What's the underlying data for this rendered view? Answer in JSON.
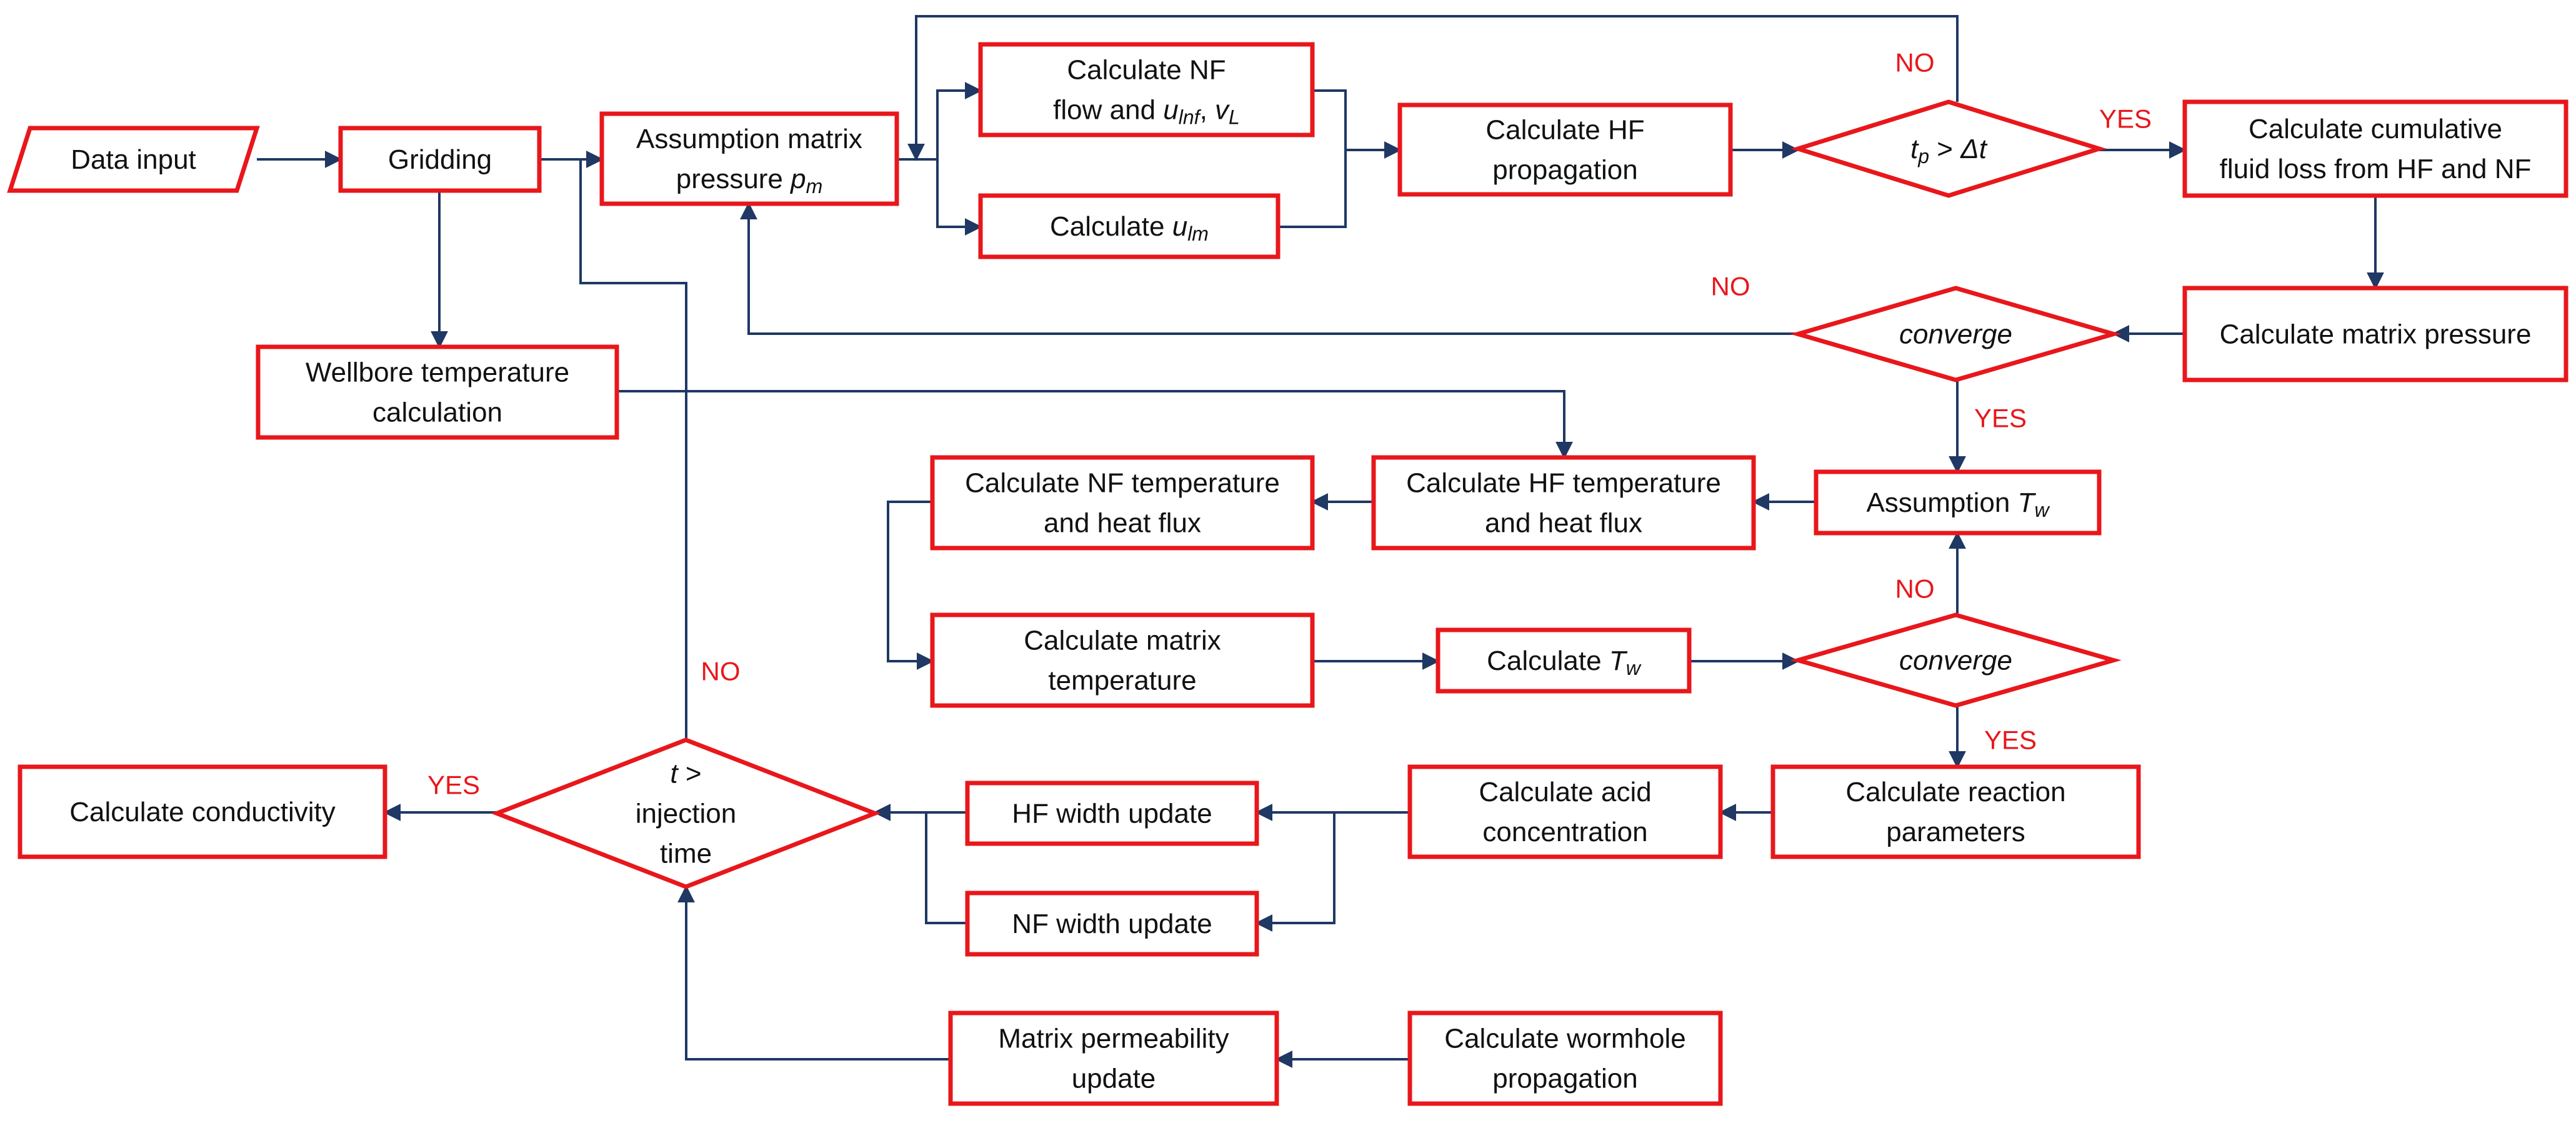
{
  "colors": {
    "node_border": "#e8171b",
    "edge": "#1f3864",
    "label": "#e8171b",
    "text": "#111111"
  },
  "nodes": {
    "data_input": {
      "shape": "parallelogram",
      "lines": [
        [
          {
            "t": "Data input"
          }
        ]
      ]
    },
    "gridding": {
      "shape": "rect",
      "lines": [
        [
          {
            "t": "Gridding"
          }
        ]
      ]
    },
    "assumption_pm": {
      "shape": "rect",
      "lines": [
        [
          {
            "t": "Assumption matrix"
          }
        ],
        [
          {
            "t": "pressure "
          },
          {
            "t": "p",
            "i": true
          },
          {
            "t": "m",
            "i": true,
            "sub": true
          }
        ]
      ]
    },
    "calc_nf_flow": {
      "shape": "rect",
      "lines": [
        [
          {
            "t": "Calculate  NF"
          }
        ],
        [
          {
            "t": "flow and "
          },
          {
            "t": "u",
            "i": true
          },
          {
            "t": "lnf",
            "i": true,
            "sub": true
          },
          {
            "t": ", "
          },
          {
            "t": "v",
            "i": true
          },
          {
            "t": "L",
            "i": true,
            "sub": true
          }
        ]
      ]
    },
    "calc_ulm": {
      "shape": "rect",
      "lines": [
        [
          {
            "t": "Calculate "
          },
          {
            "t": "u",
            "i": true
          },
          {
            "t": "lm",
            "i": true,
            "sub": true
          }
        ]
      ]
    },
    "calc_hf_prop": {
      "shape": "rect",
      "lines": [
        [
          {
            "t": "Calculate HF"
          }
        ],
        [
          {
            "t": "propagation"
          }
        ]
      ]
    },
    "tp_dt": {
      "shape": "diamond",
      "lines": [
        [
          {
            "t": "t",
            "i": true
          },
          {
            "t": "p",
            "i": true,
            "sub": true
          },
          {
            "t": " > "
          },
          {
            "t": "Δt",
            "i": true
          }
        ]
      ]
    },
    "cum_fluid_loss": {
      "shape": "rect",
      "lines": [
        [
          {
            "t": "Calculate cumulative"
          }
        ],
        [
          {
            "t": "fluid loss from HF and NF"
          }
        ]
      ]
    },
    "calc_matrix_p": {
      "shape": "rect",
      "lines": [
        [
          {
            "t": "Calculate matrix pressure"
          }
        ]
      ]
    },
    "converge_1": {
      "shape": "diamond",
      "lines": [
        [
          {
            "t": "converge",
            "i": true
          }
        ]
      ]
    },
    "wellbore_temp": {
      "shape": "rect",
      "lines": [
        [
          {
            "t": "Wellbore temperature"
          }
        ],
        [
          {
            "t": "calculation"
          }
        ]
      ]
    },
    "assumption_tw": {
      "shape": "rect",
      "lines": [
        [
          {
            "t": "Assumption "
          },
          {
            "t": "T",
            "i": true
          },
          {
            "t": "w",
            "i": true,
            "sub": true
          }
        ]
      ]
    },
    "hf_temp": {
      "shape": "rect",
      "lines": [
        [
          {
            "t": "Calculate HF temperature"
          }
        ],
        [
          {
            "t": "and heat flux"
          }
        ]
      ]
    },
    "nf_temp": {
      "shape": "rect",
      "lines": [
        [
          {
            "t": "Calculate NF temperature"
          }
        ],
        [
          {
            "t": "and heat flux"
          }
        ]
      ]
    },
    "matrix_temp": {
      "shape": "rect",
      "lines": [
        [
          {
            "t": "Calculate matrix"
          }
        ],
        [
          {
            "t": "temperature"
          }
        ]
      ]
    },
    "calc_tw": {
      "shape": "rect",
      "lines": [
        [
          {
            "t": "Calculate "
          },
          {
            "t": "T",
            "i": true
          },
          {
            "t": "w",
            "i": true,
            "sub": true
          }
        ]
      ]
    },
    "converge_2": {
      "shape": "diamond",
      "lines": [
        [
          {
            "t": "converge",
            "i": true
          }
        ]
      ]
    },
    "reaction_params": {
      "shape": "rect",
      "lines": [
        [
          {
            "t": "Calculate reaction"
          }
        ],
        [
          {
            "t": "parameters"
          }
        ]
      ]
    },
    "acid_conc": {
      "shape": "rect",
      "lines": [
        [
          {
            "t": "Calculate acid"
          }
        ],
        [
          {
            "t": "concentration"
          }
        ]
      ]
    },
    "hf_width": {
      "shape": "rect",
      "lines": [
        [
          {
            "t": "HF width update"
          }
        ]
      ]
    },
    "nf_width": {
      "shape": "rect",
      "lines": [
        [
          {
            "t": "NF width update"
          }
        ]
      ]
    },
    "t_injection": {
      "shape": "diamond",
      "lines": [
        [
          {
            "t": "t",
            "i": true
          },
          {
            "t": " >"
          }
        ],
        [
          {
            "t": "injection"
          }
        ],
        [
          {
            "t": "time"
          }
        ]
      ]
    },
    "calc_conductivity": {
      "shape": "rect",
      "lines": [
        [
          {
            "t": "Calculate conductivity"
          }
        ]
      ]
    },
    "matrix_perm": {
      "shape": "rect",
      "lines": [
        [
          {
            "t": "Matrix permeability"
          }
        ],
        [
          {
            "t": "update"
          }
        ]
      ]
    },
    "wormhole": {
      "shape": "rect",
      "lines": [
        [
          {
            "t": "Calculate wormhole"
          }
        ],
        [
          {
            "t": "propagation"
          }
        ]
      ]
    }
  },
  "edges": [
    {
      "from": "data_input",
      "to": "gridding"
    },
    {
      "from": "gridding",
      "to": "assumption_pm"
    },
    {
      "from": "gridding",
      "to": "wellbore_temp"
    },
    {
      "from": "assumption_pm",
      "to": "calc_nf_flow"
    },
    {
      "from": "assumption_pm",
      "to": "calc_ulm"
    },
    {
      "from": "calc_nf_flow",
      "to": "calc_hf_prop"
    },
    {
      "from": "calc_ulm",
      "to": "calc_hf_prop"
    },
    {
      "from": "calc_hf_prop",
      "to": "tp_dt"
    },
    {
      "from": "tp_dt",
      "to": "assumption_pm",
      "label": "NO"
    },
    {
      "from": "tp_dt",
      "to": "cum_fluid_loss",
      "label": "YES"
    },
    {
      "from": "cum_fluid_loss",
      "to": "calc_matrix_p"
    },
    {
      "from": "calc_matrix_p",
      "to": "converge_1"
    },
    {
      "from": "converge_1",
      "to": "assumption_pm",
      "label": "NO"
    },
    {
      "from": "converge_1",
      "to": "assumption_tw",
      "label": "YES"
    },
    {
      "from": "wellbore_temp",
      "to": "hf_temp"
    },
    {
      "from": "assumption_tw",
      "to": "hf_temp"
    },
    {
      "from": "hf_temp",
      "to": "nf_temp"
    },
    {
      "from": "nf_temp",
      "to": "matrix_temp"
    },
    {
      "from": "matrix_temp",
      "to": "calc_tw"
    },
    {
      "from": "calc_tw",
      "to": "converge_2"
    },
    {
      "from": "converge_2",
      "to": "assumption_tw",
      "label": "NO"
    },
    {
      "from": "converge_2",
      "to": "reaction_params",
      "label": "YES"
    },
    {
      "from": "reaction_params",
      "to": "acid_conc"
    },
    {
      "from": "acid_conc",
      "to": "hf_width"
    },
    {
      "from": "acid_conc",
      "to": "nf_width"
    },
    {
      "from": "hf_width",
      "to": "t_injection"
    },
    {
      "from": "nf_width",
      "to": "t_injection"
    },
    {
      "from": "t_injection",
      "to": "assumption_pm",
      "label": "NO"
    },
    {
      "from": "t_injection",
      "to": "calc_conductivity",
      "label": "YES"
    },
    {
      "from": "wormhole",
      "to": "matrix_perm"
    },
    {
      "from": "matrix_perm",
      "to": "t_injection"
    }
  ]
}
